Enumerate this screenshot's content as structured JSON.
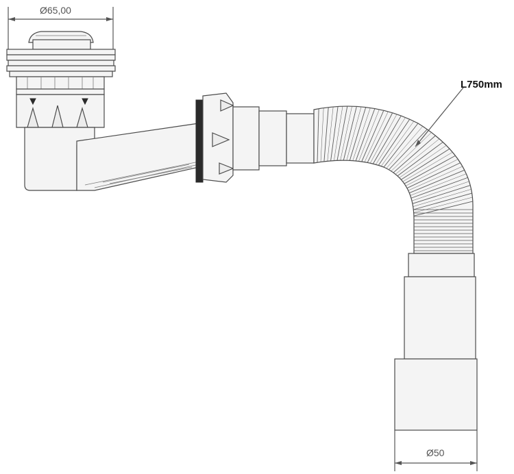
{
  "dimensions": {
    "top_diameter": "Ø65,00",
    "bottom_diameter": "Ø50"
  },
  "callouts": {
    "hose_length": "L750mm"
  },
  "colors": {
    "line": "#4a4a4a",
    "fill": "#f4f4f4",
    "background": "#ffffff"
  }
}
